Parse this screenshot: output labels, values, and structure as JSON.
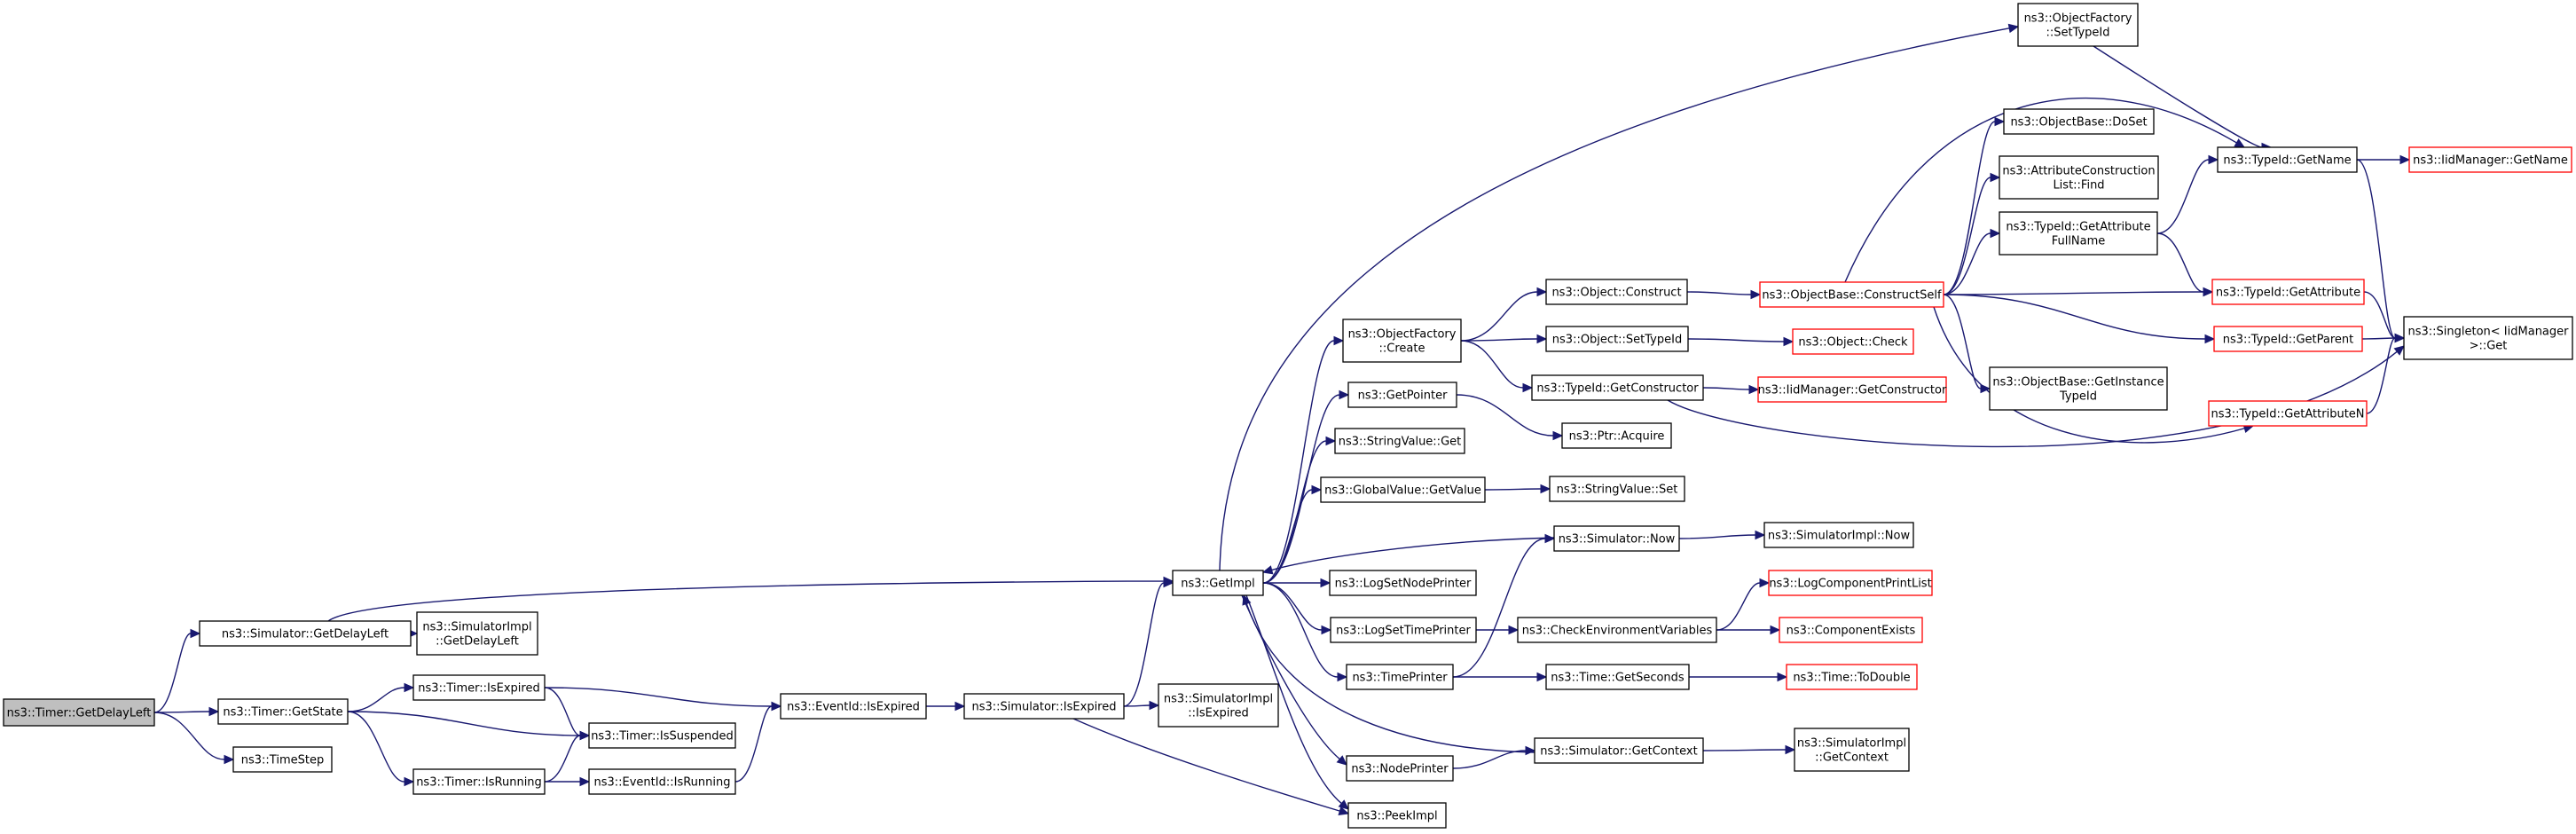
{
  "colors": {
    "edge": "#191970",
    "node_border": "#000000",
    "node_border_truncated": "#ff0000",
    "root_fill": "#bfbfbf",
    "node_fill": "#ffffff"
  },
  "nodes": [
    {
      "id": "root",
      "lines": [
        "ns3::Timer::GetDelayLeft"
      ],
      "kind": "root"
    },
    {
      "id": "simGetDelayLeft",
      "lines": [
        "ns3::Simulator::GetDelayLeft"
      ],
      "kind": "normal"
    },
    {
      "id": "timerGetState",
      "lines": [
        "ns3::Timer::GetState"
      ],
      "kind": "normal"
    },
    {
      "id": "timeStep",
      "lines": [
        "ns3::TimeStep"
      ],
      "kind": "normal"
    },
    {
      "id": "simImplGetDelayLeft",
      "lines": [
        "ns3::SimulatorImpl",
        "::GetDelayLeft"
      ],
      "kind": "normal"
    },
    {
      "id": "timerIsExpired",
      "lines": [
        "ns3::Timer::IsExpired"
      ],
      "kind": "normal"
    },
    {
      "id": "timerIsSuspended",
      "lines": [
        "ns3::Timer::IsSuspended"
      ],
      "kind": "normal"
    },
    {
      "id": "timerIsRunning",
      "lines": [
        "ns3::Timer::IsRunning"
      ],
      "kind": "normal"
    },
    {
      "id": "eventIdIsExpired",
      "lines": [
        "ns3::EventId::IsExpired"
      ],
      "kind": "normal"
    },
    {
      "id": "eventIdIsRunning",
      "lines": [
        "ns3::EventId::IsRunning"
      ],
      "kind": "normal"
    },
    {
      "id": "simIsExpired",
      "lines": [
        "ns3::Simulator::IsExpired"
      ],
      "kind": "normal"
    },
    {
      "id": "simImplIsExpired",
      "lines": [
        "ns3::SimulatorImpl",
        "::IsExpired"
      ],
      "kind": "normal"
    },
    {
      "id": "getImpl",
      "lines": [
        "ns3::GetImpl"
      ],
      "kind": "normal"
    },
    {
      "id": "objFactoryCreate",
      "lines": [
        "ns3::ObjectFactory",
        "::Create"
      ],
      "kind": "normal"
    },
    {
      "id": "getPointer",
      "lines": [
        "ns3::GetPointer"
      ],
      "kind": "normal"
    },
    {
      "id": "stringValueGet",
      "lines": [
        "ns3::StringValue::Get"
      ],
      "kind": "normal"
    },
    {
      "id": "globalValueGetValue",
      "lines": [
        "ns3::GlobalValue::GetValue"
      ],
      "kind": "normal"
    },
    {
      "id": "logSetNodePrinter",
      "lines": [
        "ns3::LogSetNodePrinter"
      ],
      "kind": "normal"
    },
    {
      "id": "logSetTimePrinter",
      "lines": [
        "ns3::LogSetTimePrinter"
      ],
      "kind": "normal"
    },
    {
      "id": "timePrinter",
      "lines": [
        "ns3::TimePrinter"
      ],
      "kind": "normal"
    },
    {
      "id": "nodePrinter",
      "lines": [
        "ns3::NodePrinter"
      ],
      "kind": "normal"
    },
    {
      "id": "peekImpl",
      "lines": [
        "ns3::PeekImpl"
      ],
      "kind": "normal"
    },
    {
      "id": "objectConstruct",
      "lines": [
        "ns3::Object::Construct"
      ],
      "kind": "normal"
    },
    {
      "id": "objectSetTypeId",
      "lines": [
        "ns3::Object::SetTypeId"
      ],
      "kind": "normal"
    },
    {
      "id": "typeIdGetConstructor",
      "lines": [
        "ns3::TypeId::GetConstructor"
      ],
      "kind": "normal"
    },
    {
      "id": "ptrAcquire",
      "lines": [
        "ns3::Ptr::Acquire"
      ],
      "kind": "normal"
    },
    {
      "id": "stringValueSet",
      "lines": [
        "ns3::StringValue::Set"
      ],
      "kind": "normal"
    },
    {
      "id": "simulatorNow",
      "lines": [
        "ns3::Simulator::Now"
      ],
      "kind": "normal"
    },
    {
      "id": "checkEnvVars",
      "lines": [
        "ns3::CheckEnvironmentVariables"
      ],
      "kind": "normal"
    },
    {
      "id": "timeGetSeconds",
      "lines": [
        "ns3::Time::GetSeconds"
      ],
      "kind": "normal"
    },
    {
      "id": "simGetContext",
      "lines": [
        "ns3::Simulator::GetContext"
      ],
      "kind": "normal"
    },
    {
      "id": "objFactorySetTypeId",
      "lines": [
        "ns3::ObjectFactory",
        "::SetTypeId"
      ],
      "kind": "normal"
    },
    {
      "id": "objBaseDoSet",
      "lines": [
        "ns3::ObjectBase::DoSet"
      ],
      "kind": "normal"
    },
    {
      "id": "attrConstrListFind",
      "lines": [
        "ns3::AttributeConstruction",
        "List::Find"
      ],
      "kind": "normal"
    },
    {
      "id": "typeIdGetAttrFullName",
      "lines": [
        "ns3::TypeId::GetAttribute",
        "FullName"
      ],
      "kind": "normal"
    },
    {
      "id": "objBaseConstructSelf",
      "lines": [
        "ns3::ObjectBase::ConstructSelf"
      ],
      "kind": "truncated"
    },
    {
      "id": "objectCheck",
      "lines": [
        "ns3::Object::Check"
      ],
      "kind": "truncated"
    },
    {
      "id": "iidMgrGetConstructor",
      "lines": [
        "ns3::IidManager::GetConstructor"
      ],
      "kind": "truncated"
    },
    {
      "id": "objBaseGetInstanceTypeId",
      "lines": [
        "ns3::ObjectBase::GetInstance",
        "TypeId"
      ],
      "kind": "normal"
    },
    {
      "id": "simImplNow",
      "lines": [
        "ns3::SimulatorImpl::Now"
      ],
      "kind": "normal"
    },
    {
      "id": "logCompPrintList",
      "lines": [
        "ns3::LogComponentPrintList"
      ],
      "kind": "truncated"
    },
    {
      "id": "componentExists",
      "lines": [
        "ns3::ComponentExists"
      ],
      "kind": "truncated"
    },
    {
      "id": "timeToDouble",
      "lines": [
        "ns3::Time::ToDouble"
      ],
      "kind": "truncated"
    },
    {
      "id": "simImplGetContext",
      "lines": [
        "ns3::SimulatorImpl",
        "::GetContext"
      ],
      "kind": "normal"
    },
    {
      "id": "typeIdGetName",
      "lines": [
        "ns3::TypeId::GetName"
      ],
      "kind": "normal"
    },
    {
      "id": "iidMgrGetName",
      "lines": [
        "ns3::IidManager::GetName"
      ],
      "kind": "truncated"
    },
    {
      "id": "typeIdGetAttribute",
      "lines": [
        "ns3::TypeId::GetAttribute"
      ],
      "kind": "truncated"
    },
    {
      "id": "typeIdGetParent",
      "lines": [
        "ns3::TypeId::GetParent"
      ],
      "kind": "truncated"
    },
    {
      "id": "typeIdGetAttributeN",
      "lines": [
        "ns3::TypeId::GetAttributeN"
      ],
      "kind": "truncated"
    },
    {
      "id": "singletonGet",
      "lines": [
        "ns3::Singleton< IidManager",
        " >::Get"
      ],
      "kind": "normal"
    }
  ],
  "edges": [
    [
      "root",
      "simGetDelayLeft"
    ],
    [
      "root",
      "timerGetState"
    ],
    [
      "root",
      "timeStep"
    ],
    [
      "simGetDelayLeft",
      "getImpl"
    ],
    [
      "simGetDelayLeft",
      "simImplGetDelayLeft"
    ],
    [
      "timerGetState",
      "timerIsExpired"
    ],
    [
      "timerGetState",
      "timerIsSuspended"
    ],
    [
      "timerGetState",
      "timerIsRunning"
    ],
    [
      "timerIsExpired",
      "eventIdIsExpired"
    ],
    [
      "timerIsExpired",
      "timerIsSuspended"
    ],
    [
      "timerIsRunning",
      "timerIsSuspended"
    ],
    [
      "timerIsRunning",
      "eventIdIsRunning"
    ],
    [
      "eventIdIsRunning",
      "eventIdIsExpired"
    ],
    [
      "eventIdIsExpired",
      "simIsExpired"
    ],
    [
      "simIsExpired",
      "getImpl"
    ],
    [
      "simIsExpired",
      "simImplIsExpired"
    ],
    [
      "simIsExpired",
      "peekImpl"
    ],
    [
      "getImpl",
      "objFactorySetTypeId"
    ],
    [
      "getImpl",
      "objFactoryCreate"
    ],
    [
      "getImpl",
      "getPointer"
    ],
    [
      "getImpl",
      "stringValueGet"
    ],
    [
      "getImpl",
      "globalValueGetValue"
    ],
    [
      "getImpl",
      "logSetNodePrinter"
    ],
    [
      "getImpl",
      "logSetTimePrinter"
    ],
    [
      "getImpl",
      "timePrinter"
    ],
    [
      "getImpl",
      "nodePrinter"
    ],
    [
      "getImpl",
      "peekImpl"
    ],
    [
      "simulatorNow",
      "getImpl"
    ],
    [
      "simGetContext",
      "getImpl"
    ],
    [
      "objFactoryCreate",
      "objectConstruct"
    ],
    [
      "objFactoryCreate",
      "objectSetTypeId"
    ],
    [
      "objFactoryCreate",
      "typeIdGetConstructor"
    ],
    [
      "getPointer",
      "ptrAcquire"
    ],
    [
      "globalValueGetValue",
      "stringValueSet"
    ],
    [
      "logSetTimePrinter",
      "checkEnvVars"
    ],
    [
      "timePrinter",
      "simulatorNow"
    ],
    [
      "timePrinter",
      "timeGetSeconds"
    ],
    [
      "nodePrinter",
      "simGetContext"
    ],
    [
      "objectConstruct",
      "objBaseConstructSelf"
    ],
    [
      "objectSetTypeId",
      "objectCheck"
    ],
    [
      "typeIdGetConstructor",
      "iidMgrGetConstructor"
    ],
    [
      "typeIdGetConstructor",
      "singletonGet"
    ],
    [
      "simulatorNow",
      "simImplNow"
    ],
    [
      "checkEnvVars",
      "logCompPrintList"
    ],
    [
      "checkEnvVars",
      "componentExists"
    ],
    [
      "timeGetSeconds",
      "timeToDouble"
    ],
    [
      "simGetContext",
      "simImplGetContext"
    ],
    [
      "objFactorySetTypeId",
      "typeIdGetName"
    ],
    [
      "objBaseConstructSelf",
      "typeIdGetName"
    ],
    [
      "objBaseConstructSelf",
      "objBaseDoSet"
    ],
    [
      "objBaseConstructSelf",
      "attrConstrListFind"
    ],
    [
      "objBaseConstructSelf",
      "typeIdGetAttrFullName"
    ],
    [
      "objBaseConstructSelf",
      "typeIdGetAttribute"
    ],
    [
      "objBaseConstructSelf",
      "typeIdGetParent"
    ],
    [
      "objBaseConstructSelf",
      "objBaseGetInstanceTypeId"
    ],
    [
      "objBaseConstructSelf",
      "typeIdGetAttributeN"
    ],
    [
      "typeIdGetAttrFullName",
      "typeIdGetName"
    ],
    [
      "typeIdGetAttrFullName",
      "typeIdGetAttribute"
    ],
    [
      "typeIdGetName",
      "iidMgrGetName"
    ],
    [
      "typeIdGetName",
      "singletonGet"
    ],
    [
      "typeIdGetAttribute",
      "singletonGet"
    ],
    [
      "typeIdGetParent",
      "singletonGet"
    ],
    [
      "typeIdGetAttributeN",
      "singletonGet"
    ]
  ]
}
